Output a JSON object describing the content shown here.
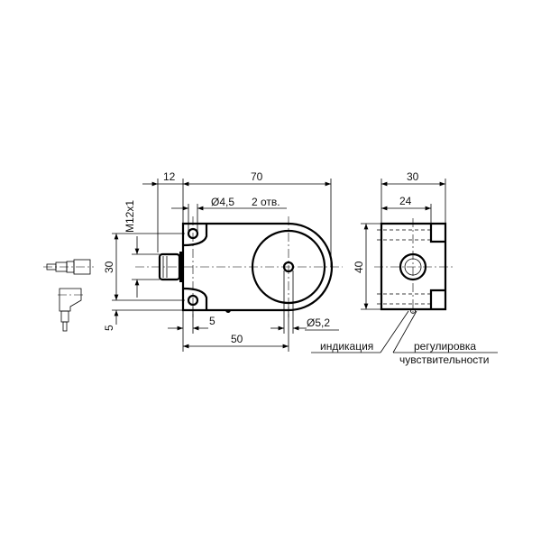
{
  "drawing": {
    "dimensions": {
      "connector_length": "12",
      "body_length": "70",
      "hole_diameter": "Ø4,5",
      "hole_count": "2 отв.",
      "thread": "M12x1",
      "hole_spacing": "30",
      "edge_offset_vertical": "5",
      "edge_offset_horizontal": "5",
      "sensor_center": "50",
      "indicator_diameter": "Ø5,2",
      "depth": "30",
      "depth_inner": "24",
      "height": "40"
    },
    "labels": {
      "indication": "индикация",
      "adjustment_line1": "регулировка",
      "adjustment_line2": "чувствительности"
    }
  }
}
